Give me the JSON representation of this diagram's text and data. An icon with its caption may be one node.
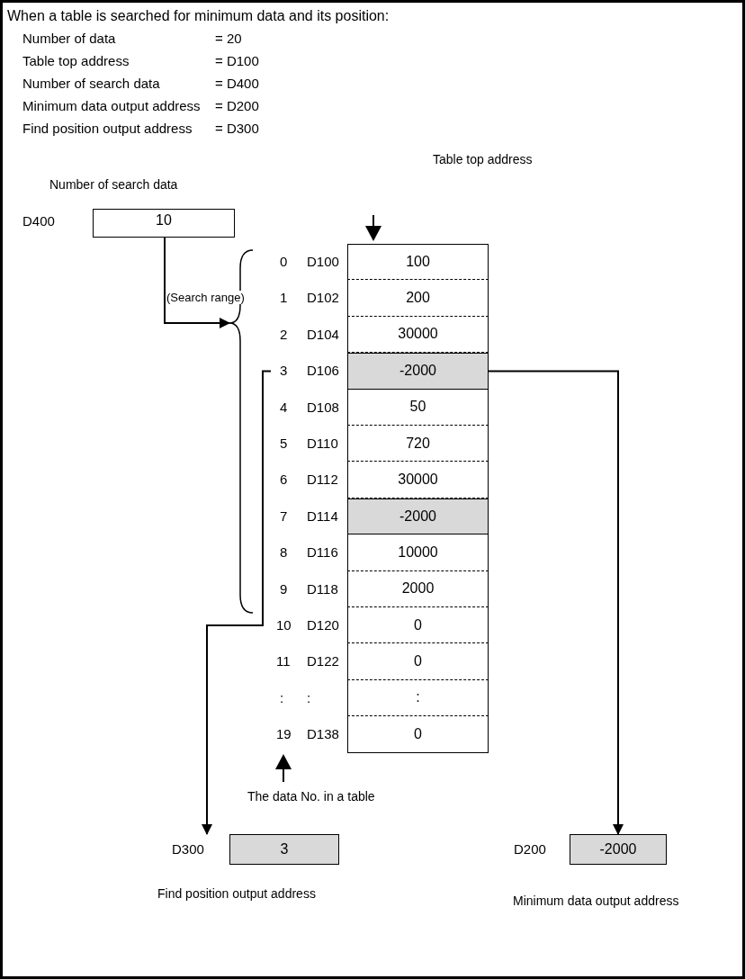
{
  "diagram": {
    "title": "When a table is searched for minimum data and its position:",
    "nodes": [
      {
        "text": [
          "Number of search data",
          "10"
        ],
        "beside": [
          "D400"
        ]
      },
      {
        "text": [],
        "shape": "bracket"
      },
      {
        "text": [
          "100"
        ],
        "beside": [
          "0",
          "D100"
        ]
      },
      {
        "text": [
          "200"
        ],
        "beside": [
          "1",
          "D102"
        ]
      },
      {
        "text": [
          "30000"
        ],
        "beside": [
          "2",
          "D104"
        ]
      },
      {
        "text": [
          "-2000"
        ],
        "beside": [
          "3",
          "D106"
        ]
      },
      {
        "text": [
          "50"
        ],
        "beside": [
          "4",
          "D108"
        ]
      },
      {
        "text": [
          "720"
        ],
        "beside": [
          "5",
          "D110"
        ]
      },
      {
        "text": [
          "30000"
        ],
        "beside": [
          "6",
          "D112"
        ]
      },
      {
        "text": [
          "-2000"
        ],
        "beside": [
          "7",
          "D114"
        ]
      },
      {
        "text": [
          "10000"
        ],
        "beside": [
          "8",
          "D116"
        ]
      },
      {
        "text": [
          "2000"
        ],
        "beside": [
          "9",
          "D118"
        ]
      },
      {
        "text": [
          "0"
        ],
        "beside": [
          "10",
          "D120"
        ]
      },
      {
        "text": [
          "0"
        ],
        "beside": [
          "11",
          "D122"
        ]
      },
      {
        "text": [
          ":"
        ],
        "beside": [
          ":",
          ":"
        ]
      },
      {
        "text": [
          "0"
        ],
        "beside": [
          "19",
          "D138"
        ]
      },
      {
        "text": [
          "3"
        ],
        "beside": [
          "D300",
          "Find position output address"
        ]
      },
      {
        "text": [
          "-2000"
        ],
        "beside": [
          "D200",
          "Minimum data output address"
        ]
      }
    ],
    "edges": [
      {
        "from": 0,
        "to": 1,
        "arrow": "to",
        "label": "(Search range)"
      },
      {
        "from": 5,
        "to": 16,
        "arrow": "to"
      },
      {
        "from": 5,
        "to": 17,
        "arrow": "to"
      }
    ],
    "labels": [
      "Number of data",
      "= 20",
      "Table top address",
      "= D100",
      "Number of search data",
      "= D400",
      "Minimum data output address",
      "= D200",
      "Find position output address",
      "= D300",
      "Table top address",
      "The data No. in a table"
    ]
  }
}
